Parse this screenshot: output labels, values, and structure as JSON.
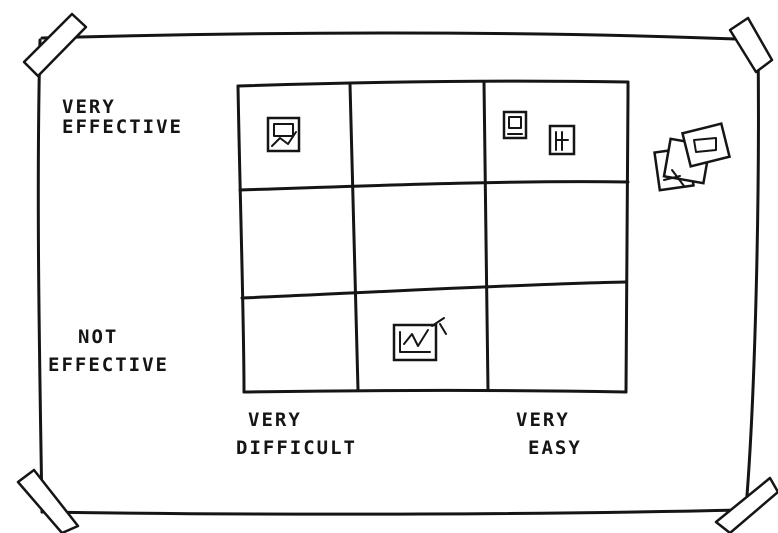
{
  "axes": {
    "y_top": {
      "line1": "VERY",
      "line2": "EFFECTIVE"
    },
    "y_bottom": {
      "line1": "NOT",
      "line2": "EFFECTIVE"
    },
    "x_left": {
      "line1": "VERY",
      "line2": "DIFFICULT"
    },
    "x_right": {
      "line1": "VERY",
      "line2": "EASY"
    }
  },
  "grid": {
    "rows": 3,
    "columns": 3
  },
  "placed_cards": [
    {
      "row": "top",
      "column": "left",
      "count": 1
    },
    {
      "row": "top",
      "column": "right",
      "count": 2
    },
    {
      "row": "bottom",
      "column": "middle",
      "count": 1
    }
  ],
  "unplaced_cards": {
    "count": 3
  },
  "colors": {
    "ink": "#151515",
    "paper": "#ffffff"
  }
}
